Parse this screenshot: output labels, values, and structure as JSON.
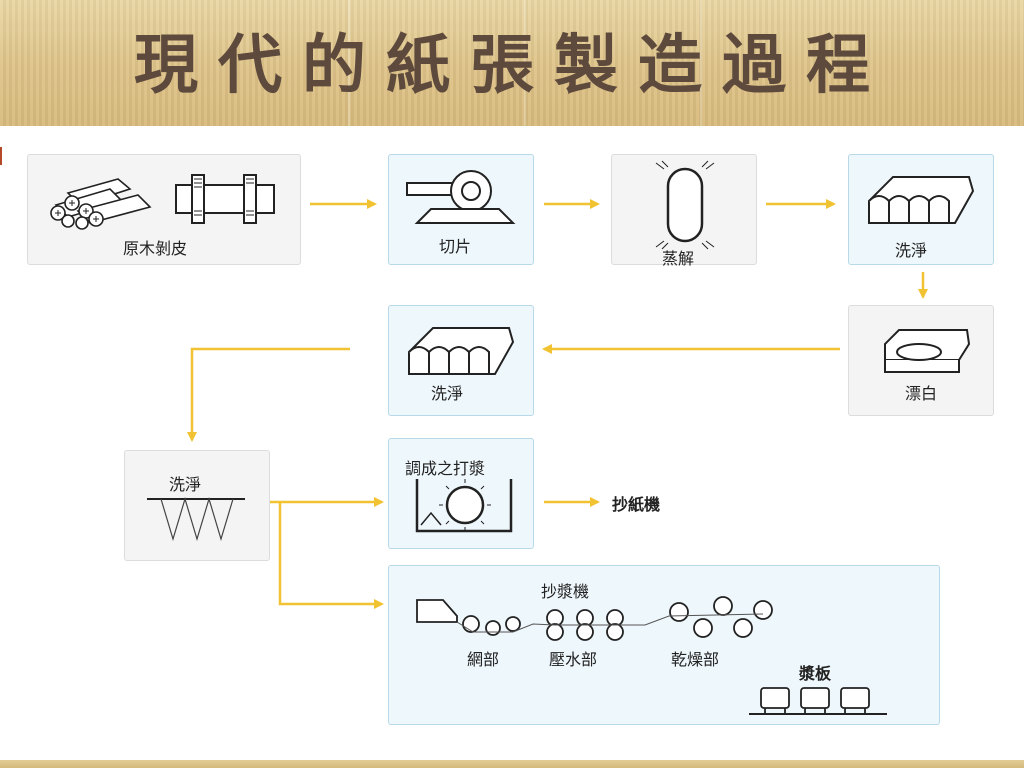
{
  "title": "現代的紙張製造過程",
  "colors": {
    "arrow": "#f1c232",
    "header": "#dfc48a",
    "title_text": "#5e4a3d"
  },
  "steps": {
    "debark": "原木剝皮",
    "chip": "切片",
    "cook": "蒸解",
    "wash1": "洗淨",
    "bleach": "漂白",
    "wash2": "洗淨",
    "wash3": "洗淨",
    "refine": "調成之打漿",
    "paper_machine": "抄紙機",
    "pulp_machine": "抄漿機",
    "wire_section": "網部",
    "press_section": "壓水部",
    "dryer_section": "乾燥部",
    "pulp_board": "漿板"
  },
  "icons": [
    "logs-icon",
    "debarker-drum-icon",
    "chipper-icon",
    "digester-icon",
    "washer-icon",
    "bleach-tank-icon",
    "screen-filter-icon",
    "refiner-tank-icon",
    "headbox-icon",
    "roller-icon",
    "pulp-bale-icon"
  ]
}
